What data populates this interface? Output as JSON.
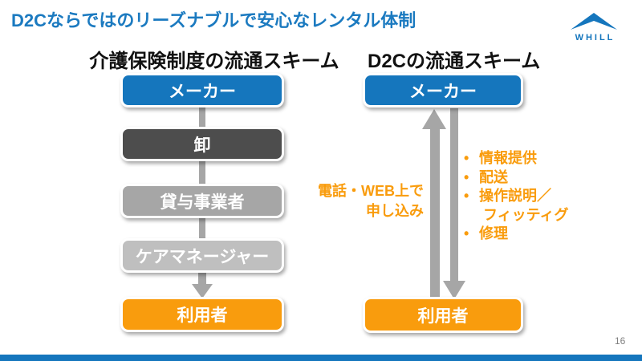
{
  "slide": {
    "title": "D2Cならではのリーズナブルで安心なレンタル体制",
    "page_number": "16",
    "logo_text": "WHILL",
    "colors": {
      "title_blue": "#1B7AC0",
      "box_blue": "#1576BD",
      "box_dark_gray": "#4D4D4D",
      "box_mid_gray": "#A6A6A6",
      "box_light_gray": "#BFBFBF",
      "box_orange": "#F99C0D",
      "arrow_gray": "#A6A6A6",
      "footer_bar_blue": "#1576BD"
    }
  },
  "left_scheme": {
    "heading": "介護保険制度の流通スキーム",
    "boxes": [
      {
        "label": "メーカー",
        "color": "#1576BD"
      },
      {
        "label": "卸",
        "color": "#4D4D4D"
      },
      {
        "label": "貸与事業者",
        "color": "#A6A6A6"
      },
      {
        "label": "ケアマネージャー",
        "color": "#BFBFBF"
      },
      {
        "label": "利用者",
        "color": "#F99C0D"
      }
    ]
  },
  "right_scheme": {
    "heading": "D2Cの流通スキーム",
    "maker_box": {
      "label": "メーカー",
      "color": "#1576BD"
    },
    "user_box": {
      "label": "利用者",
      "color": "#F99C0D"
    },
    "up_arrow_label": {
      "line1": "電話・WEB上で",
      "line2": "申し込み"
    },
    "bullet_char": "•",
    "bullets": [
      {
        "text": "情報提供"
      },
      {
        "text": "配送"
      },
      {
        "text": "操作説明／"
      },
      {
        "text": "フィッティグ"
      },
      {
        "text": "修理"
      }
    ]
  }
}
